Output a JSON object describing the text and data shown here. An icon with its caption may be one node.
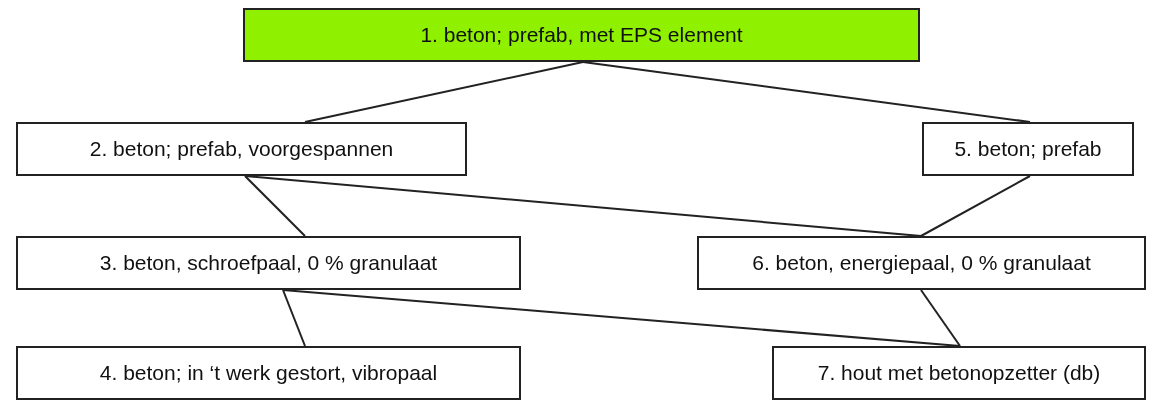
{
  "diagram": {
    "nodes": [
      {
        "text": [
          "1. beton; prefab, met EPS element"
        ]
      },
      {
        "text": [
          "2. beton; prefab, voorgespannen"
        ]
      },
      {
        "text": [
          "5. beton; prefab"
        ]
      },
      {
        "text": [
          "3. beton, schroefpaal, 0 % granulaat"
        ]
      },
      {
        "text": [
          "6. beton, energiepaal, 0 % granulaat"
        ]
      },
      {
        "text": [
          "4. beton; in ‘t werk gestort, vibropaal"
        ]
      },
      {
        "text": [
          "7. hout met betonopzetter (db)"
        ]
      }
    ],
    "edges": [
      {
        "from": 0,
        "to": 1,
        "arrow": "none"
      },
      {
        "from": 0,
        "to": 2,
        "arrow": "none"
      },
      {
        "from": 1,
        "to": 3,
        "arrow": "none"
      },
      {
        "from": 1,
        "to": 4,
        "arrow": "none"
      },
      {
        "from": 2,
        "to": 4,
        "arrow": "none"
      },
      {
        "from": 3,
        "to": 5,
        "arrow": "none"
      },
      {
        "from": 3,
        "to": 6,
        "arrow": "none"
      },
      {
        "from": 4,
        "to": 6,
        "arrow": "none"
      }
    ]
  }
}
